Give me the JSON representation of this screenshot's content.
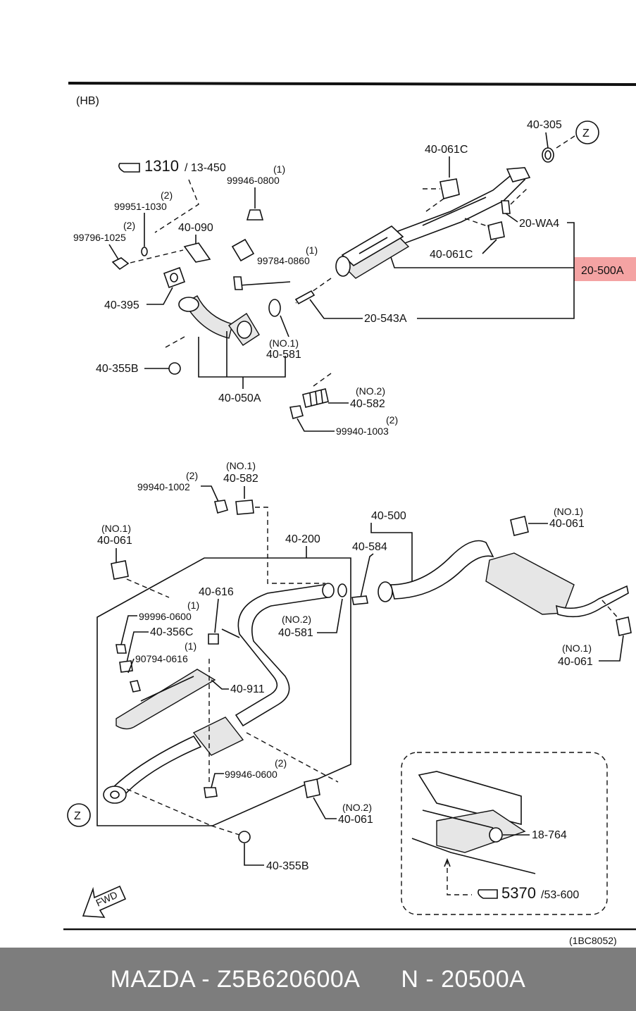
{
  "header": {
    "variant": "(HB)",
    "ref_code": "(1BC8052)"
  },
  "callouts": {
    "z_top": "Z",
    "z_bottom": "Z",
    "fwd": "FWD",
    "ref_1310": "1310",
    "ref_1310_sub": "/ 13-450",
    "ref_5370": "5370",
    "ref_5370_sub": "/53-600"
  },
  "labels": {
    "p40_305": "40-305",
    "p40_061c_top": "40-061C",
    "p20_wa4": "20-WA4",
    "p40_061c_mid": "40-061C",
    "p20_500a": "20-500A",
    "p20_543a": "20-543A",
    "q99946_0800": "(1)",
    "p99946_0800": "99946-0800",
    "q99951_1030": "(2)",
    "p99951_1030": "99951-1030",
    "p40_090": "40-090",
    "q99796_1025": "(2)",
    "p99796_1025": "99796-1025",
    "q99784_0860": "(1)",
    "p99784_0860": "99784-0860",
    "p40_395": "40-395",
    "q40_581_top": "(NO.1)",
    "p40_581_top": "40-581",
    "p40_355b_top": "40-355B",
    "p40_050a": "40-050A",
    "q40_582_top": "(NO.2)",
    "p40_582_top": "40-582",
    "q99940_1003": "(2)",
    "p99940_1003": "99940-1003",
    "q99940_1002": "(2)",
    "p99940_1002": "99940-1002",
    "q40_582_mid": "(NO.1)",
    "p40_582_mid": "40-582",
    "p40_500": "40-500",
    "q40_061_r1": "(NO.1)",
    "p40_061_r1": "40-061",
    "q40_061_l": "(NO.1)",
    "p40_061_l": "40-061",
    "p40_200": "40-200",
    "p40_584": "40-584",
    "p40_616": "40-616",
    "q99996_0600": "(1)",
    "p99996_0600": "99996-0600",
    "q40_581_mid": "(NO.2)",
    "p40_581_mid": "40-581",
    "p40_356c": "40-356C",
    "q90794_0616": "(1)",
    "p90794_0616": "90794-0616",
    "p40_911": "40-911",
    "q40_061_r2": "(NO.1)",
    "p40_061_r2": "40-061",
    "q99946_0600": "(2)",
    "p99946_0600": "99946-0600",
    "q40_061_b": "(NO.2)",
    "p40_061_b": "40-061",
    "p18_764": "18-764",
    "p40_355b_bot": "40-355B"
  },
  "footer": {
    "brand": "MAZDA",
    "sep": "-",
    "part_number": "Z5B620600A",
    "n_label": "N",
    "n_sep": "-",
    "n_number": "20500A"
  },
  "colors": {
    "highlight": "#f4a3a3",
    "footer_bg": "#7d7d7d",
    "footer_text": "#ffffff",
    "ink": "#111111"
  },
  "icons": [
    "pointing-hand-icon",
    "fwd-arrow-icon",
    "circled-letter-icon"
  ]
}
